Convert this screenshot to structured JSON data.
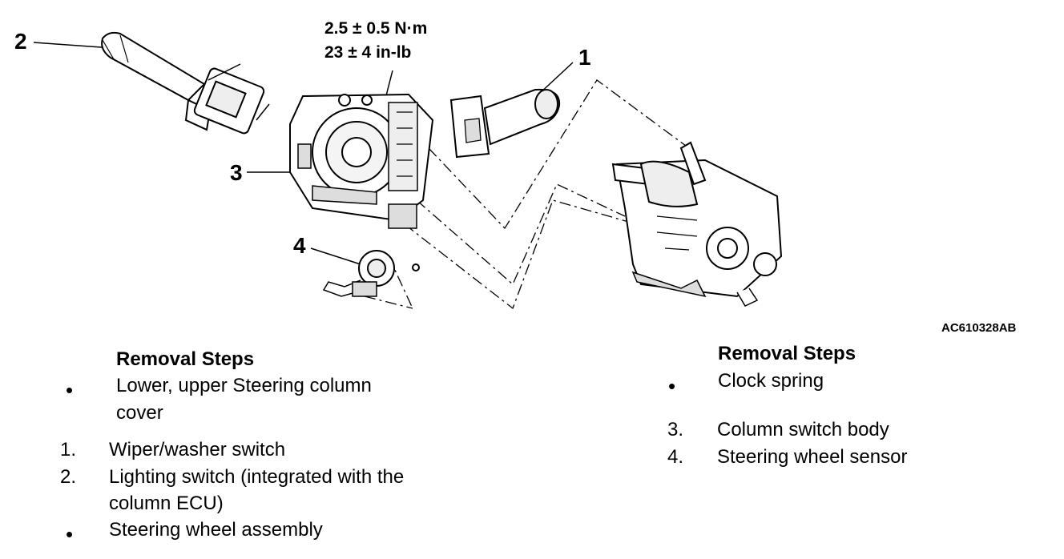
{
  "diagram": {
    "callouts": [
      "2",
      "1",
      "3",
      "4"
    ],
    "torque_nm": "2.5 ± 0.5 N·m",
    "torque_inlb": "23 ± 4 in-lb",
    "code": "AC610328AB"
  },
  "left_list": {
    "heading": "Removal Steps",
    "bullet_symbol": "•",
    "bullet_item_1_line1": "Lower, upper Steering column",
    "bullet_item_1_line2": "cover",
    "items": [
      {
        "num": "1.",
        "text": "Wiper/washer switch"
      },
      {
        "num": "2.",
        "line1": "Lighting switch (integrated with the",
        "line2": "column ECU)"
      }
    ],
    "bullet_item_2": "Steering wheel assembly"
  },
  "right_list": {
    "heading": "Removal Steps",
    "bullet_item_1": "Clock spring",
    "items": [
      {
        "num": "3.",
        "text": "Column switch body"
      },
      {
        "num": "4.",
        "text": "Steering wheel sensor"
      }
    ]
  }
}
